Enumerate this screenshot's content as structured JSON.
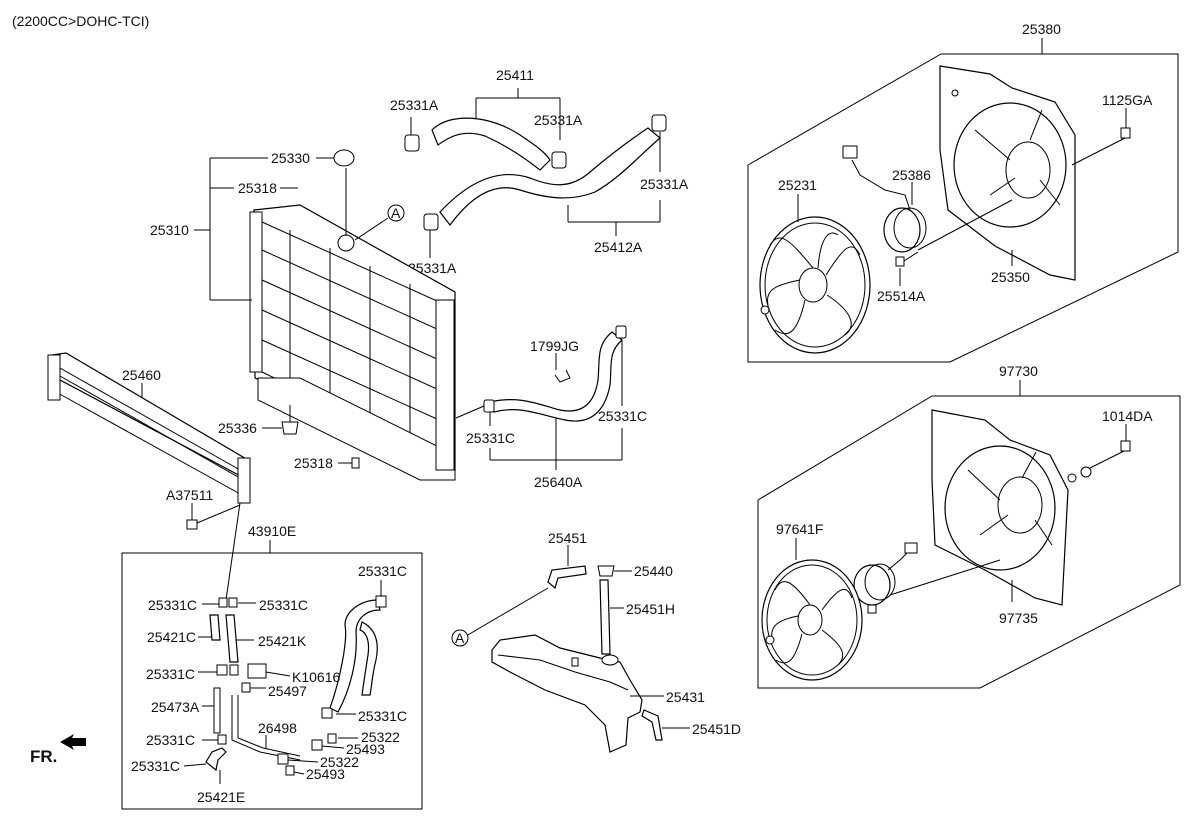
{
  "header": {
    "engine_spec": "(2200CC>DOHC-TCI)"
  },
  "callouts": {
    "c25380": "25380",
    "c1125GA": "1125GA",
    "c25231": "25231",
    "c25386": "25386",
    "c25350": "25350",
    "c25514A": "25514A",
    "c97730": "97730",
    "c1014DA": "1014DA",
    "c97641F": "97641F",
    "c97735": "97735",
    "c25411": "25411",
    "c25331A_1": "25331A",
    "c25331A_2": "25331A",
    "c25331A_3": "25331A",
    "c25331A_4": "25331A",
    "c25412A": "25412A",
    "c25330": "25330",
    "c25318_1": "25318",
    "c25310": "25310",
    "c25460": "25460",
    "c25336": "25336",
    "c25318_2": "25318",
    "cA37511": "A37511",
    "c1799JG": "1799JG",
    "c25331C_1": "25331C",
    "c25331C_2": "25331C",
    "c25640A": "25640A",
    "c43910E": "43910E",
    "c25331C_3": "25331C",
    "c25331C_4": "25331C",
    "c25331C_5": "25331C",
    "c25421C": "25421C",
    "c25421K": "25421K",
    "c25331C_6": "25331C",
    "cK10616": "K10616",
    "c25497": "25497",
    "c25473A": "25473A",
    "c25331C_7": "25331C",
    "c26498": "26498",
    "c25331C_8": "25331C",
    "c25322_1": "25322",
    "c25493_1": "25493",
    "c25331C_9": "25331C",
    "c25322_2": "25322",
    "c25493_2": "25493",
    "c25421E": "25421E",
    "c25451": "25451",
    "c25440": "25440",
    "c25451H": "25451H",
    "c25431": "25431",
    "c25451D": "25451D"
  },
  "refs": {
    "refA_1": "A",
    "refA_2": "A"
  },
  "orientation": {
    "label": "FR."
  }
}
